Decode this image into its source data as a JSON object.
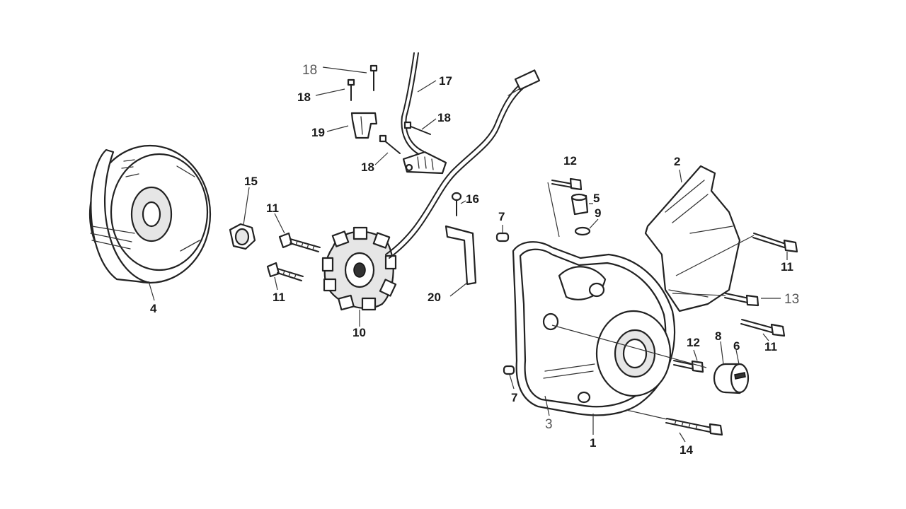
{
  "diagram": {
    "callouts": [
      {
        "id": "c18a",
        "text": "18"
      },
      {
        "id": "c18b",
        "text": "18"
      },
      {
        "id": "c17",
        "text": "17"
      },
      {
        "id": "c18c",
        "text": "18"
      },
      {
        "id": "c19",
        "text": "19"
      },
      {
        "id": "c18d",
        "text": "18"
      },
      {
        "id": "c15",
        "text": "15"
      },
      {
        "id": "c11a",
        "text": "11"
      },
      {
        "id": "c11b",
        "text": "11"
      },
      {
        "id": "c4",
        "text": "4"
      },
      {
        "id": "c10",
        "text": "10"
      },
      {
        "id": "c16",
        "text": "16"
      },
      {
        "id": "c20",
        "text": "20"
      },
      {
        "id": "c7a",
        "text": "7"
      },
      {
        "id": "c7b",
        "text": "7"
      },
      {
        "id": "c12a",
        "text": "12"
      },
      {
        "id": "c5",
        "text": "5"
      },
      {
        "id": "c9",
        "text": "9"
      },
      {
        "id": "c2",
        "text": "2"
      },
      {
        "id": "c11c",
        "text": "11"
      },
      {
        "id": "c13",
        "text": "13"
      },
      {
        "id": "c11d",
        "text": "11"
      },
      {
        "id": "c12b",
        "text": "12"
      },
      {
        "id": "c8",
        "text": "8"
      },
      {
        "id": "c6",
        "text": "6"
      },
      {
        "id": "c3",
        "text": "3"
      },
      {
        "id": "c1",
        "text": "1"
      },
      {
        "id": "c14",
        "text": "14"
      }
    ]
  }
}
